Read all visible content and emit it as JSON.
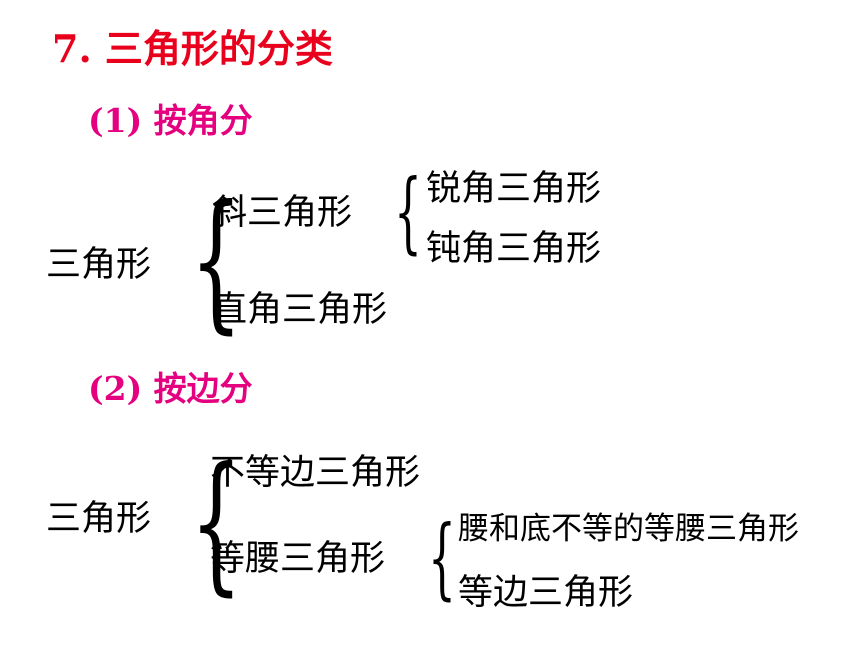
{
  "title": "7. 三角形的分类",
  "by_angle": {
    "heading": "(1) 按角分",
    "root": "三角形",
    "oblique": "斜三角形",
    "acute": "锐角三角形",
    "obtuse": "钝角三角形",
    "right": "直角三角形"
  },
  "by_side": {
    "heading": "(2) 按边分",
    "root": "三角形",
    "scalene": "不等边三角形",
    "isosceles": "等腰三角形",
    "isosceles_non_equilateral": "腰和底不等的等腰三角形",
    "equilateral": "等边三角形"
  }
}
